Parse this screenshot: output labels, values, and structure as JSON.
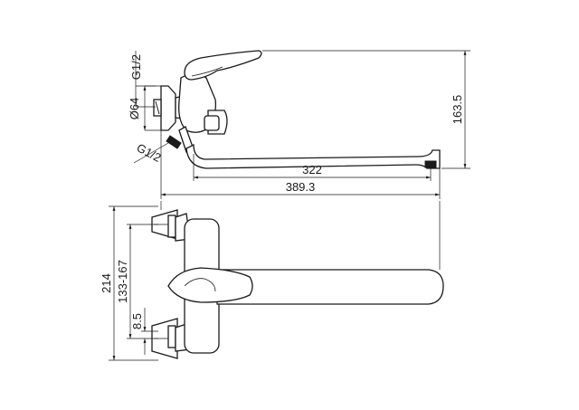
{
  "drawing": {
    "labels": {
      "thread_top": "G1/2",
      "diameter": "Ø64",
      "thread_bottom": "G1/2",
      "height": "163.5",
      "spout_length": "322",
      "total_length": "389.3",
      "overall_height": "214",
      "centers_range": "133-167",
      "offset": "8.5"
    },
    "colors": {
      "line": "#1a1a1a",
      "background": "#ffffff"
    }
  }
}
